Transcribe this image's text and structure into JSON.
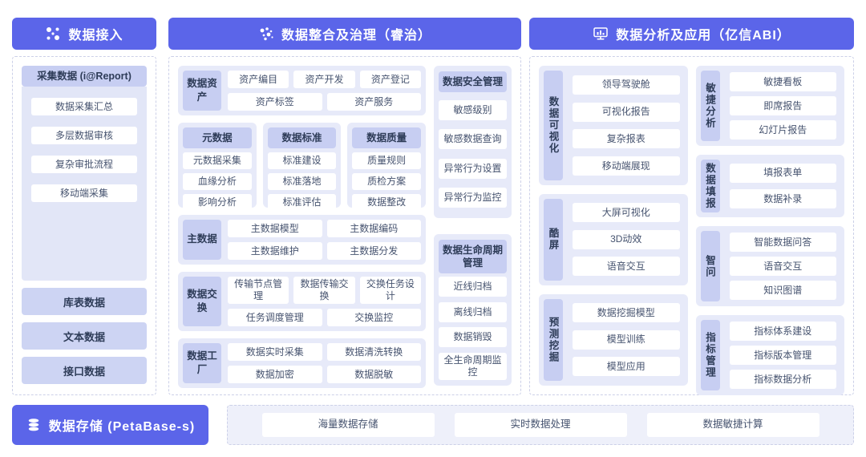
{
  "headers": {
    "access": {
      "label": "数据接入",
      "icon": "nodes-icon"
    },
    "governance": {
      "label": "数据整合及治理（睿治）",
      "icon": "dots-cluster-icon"
    },
    "analysis": {
      "label": "数据分析及应用（亿信ABI）",
      "icon": "monitor-chart-icon"
    }
  },
  "access_panel": {
    "collect_section": {
      "title": "采集数据 (i@Report)",
      "items": [
        "数据采集汇总",
        "多层数据审核",
        "复杂审批流程",
        "移动端采集"
      ]
    },
    "source_items": [
      "库表数据",
      "文本数据",
      "接口数据"
    ]
  },
  "governance_panel": {
    "asset": {
      "label": "数据资产",
      "row1": [
        "资产编目",
        "资产开发",
        "资产登记"
      ],
      "row2": [
        "资产标签",
        "资产服务"
      ]
    },
    "meta_sections": [
      {
        "title": "元数据",
        "items": [
          "元数据采集",
          "血缘分析",
          "影响分析"
        ]
      },
      {
        "title": "数据标准",
        "items": [
          "标准建设",
          "标准落地",
          "标准评估"
        ]
      },
      {
        "title": "数据质量",
        "items": [
          "质量规则",
          "质检方案",
          "数据整改"
        ]
      }
    ],
    "master": {
      "label": "主数据",
      "row1": [
        "主数据模型",
        "主数据编码"
      ],
      "row2": [
        "主数据维护",
        "主数据分发"
      ]
    },
    "exchange": {
      "label": "数据交换",
      "row1": [
        "传输节点管理",
        "数据传输交换",
        "交换任务设计"
      ],
      "row2": [
        "任务调度管理",
        "交换监控"
      ]
    },
    "factory": {
      "label": "数据工厂",
      "row1": [
        "数据实时采集",
        "数据清洗转换"
      ],
      "row2": [
        "数据加密",
        "数据脱敏"
      ]
    },
    "security": {
      "title": "数据安全管理",
      "items": [
        "敏感级别",
        "敏感数据查询",
        "异常行为设置",
        "异常行为监控"
      ]
    },
    "lifecycle": {
      "title": "数据生命周期管理",
      "items": [
        "近线归档",
        "离线归档",
        "数据销毁",
        "全生命周期监控"
      ]
    }
  },
  "analysis_panel": {
    "left_sections": [
      {
        "label": "数据可视化",
        "items": [
          "领导驾驶舱",
          "可视化报告",
          "复杂报表",
          "移动端展现"
        ]
      },
      {
        "label": "酷屏",
        "items": [
          "大屏可视化",
          "3D动效",
          "语音交互"
        ]
      },
      {
        "label": "预测挖掘",
        "items": [
          "数据挖掘模型",
          "模型训练",
          "模型应用"
        ]
      }
    ],
    "right_sections": [
      {
        "label": "敏捷分析",
        "items": [
          "敏捷看板",
          "即席报告",
          "幻灯片报告"
        ]
      },
      {
        "label": "数据填报",
        "items": [
          "填报表单",
          "数据补录"
        ]
      },
      {
        "label": "智问",
        "items": [
          "智能数据问答",
          "语音交互",
          "知识图谱"
        ]
      },
      {
        "label": "指标管理",
        "items": [
          "指标体系建设",
          "指标版本管理",
          "指标数据分析"
        ]
      }
    ]
  },
  "storage": {
    "header_label": "数据存储 (PetaBase-s)",
    "icon": "database-icon",
    "items": [
      "海量数据存储",
      "实时数据处理",
      "数据敏捷计算"
    ]
  },
  "colors": {
    "header_bg": "#5b65e9",
    "section_container_bg": "#e7eaf9",
    "section_header_bg": "#c7cef2",
    "source_bar_bg": "#cdd4f3",
    "text_dark": "#2e3c58",
    "item_text": "#46536f"
  }
}
